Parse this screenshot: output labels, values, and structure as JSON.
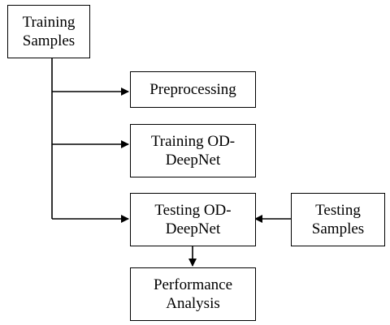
{
  "diagram": {
    "nodes": {
      "training_samples": "Training\nSamples",
      "preprocessing": "Preprocessing",
      "training_od_deepnet": "Training OD-\nDeepNet",
      "testing_od_deepnet": "Testing OD-\nDeepNet",
      "testing_samples": "Testing\nSamples",
      "performance_analysis": "Performance\nAnalysis"
    },
    "edges": [
      {
        "from": "Training Samples",
        "to": "Preprocessing"
      },
      {
        "from": "Training Samples",
        "to": "Training OD-DeepNet"
      },
      {
        "from": "Training Samples",
        "to": "Testing OD-DeepNet"
      },
      {
        "from": "Testing Samples",
        "to": "Testing OD-DeepNet"
      },
      {
        "from": "Testing OD-DeepNet",
        "to": "Performance Analysis"
      }
    ],
    "colors": {
      "stroke": "#000000",
      "background": "#ffffff"
    }
  }
}
